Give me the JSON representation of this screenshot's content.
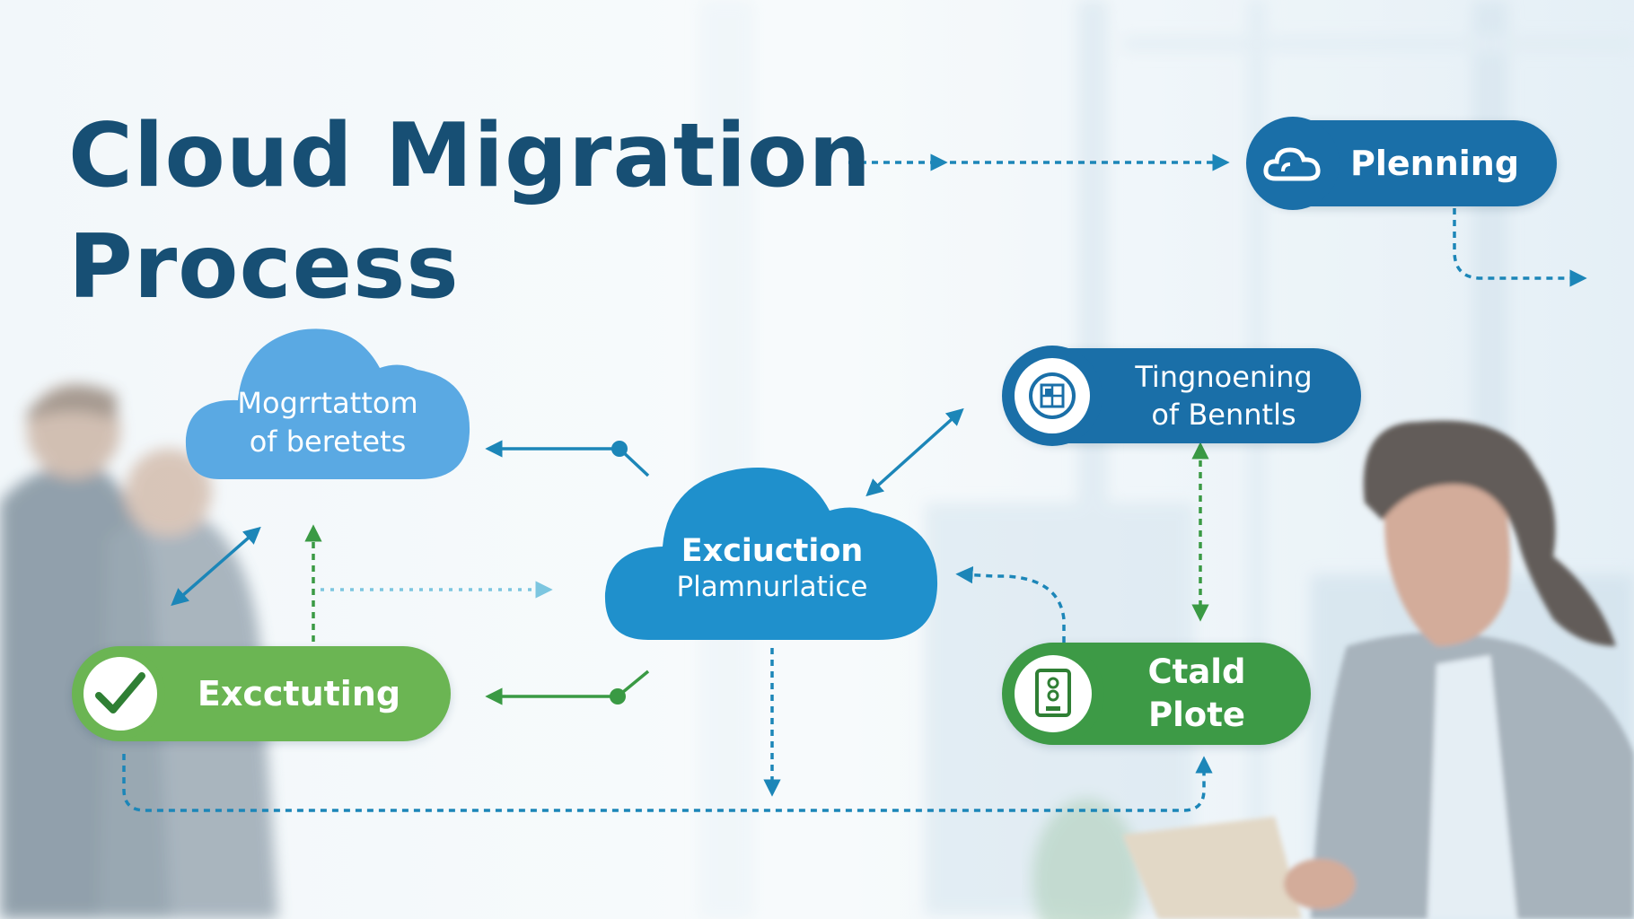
{
  "title": {
    "line1": "Cloud Migration",
    "line2": "Process"
  },
  "nodes": {
    "planning": {
      "label": "Plenning",
      "icon": "cloud-icon"
    },
    "migration": {
      "line1": "Mogrrtattom",
      "line2": "of beretets",
      "icon": ""
    },
    "testing": {
      "line1": "Tingnoening",
      "line2": "of Benntls",
      "icon": "blueprint-icon"
    },
    "execution": {
      "line1": "Exciuction",
      "line2": "Plamnurlatice",
      "icon": ""
    },
    "executing": {
      "label": "Excctuting",
      "icon": "checkmark-icon"
    },
    "complete": {
      "line1": "Ctald",
      "line2": "Plote",
      "icon": "server-device-icon"
    }
  },
  "colors": {
    "title": "#174f74",
    "dark_blue": "#1a6fa8",
    "mid_blue": "#1f90cc",
    "light_blue": "#5aa9e3",
    "green": "#3d9a46",
    "light_green": "#6bb553",
    "connector_blue": "#1c86b8",
    "connector_green": "#3a9a44"
  }
}
